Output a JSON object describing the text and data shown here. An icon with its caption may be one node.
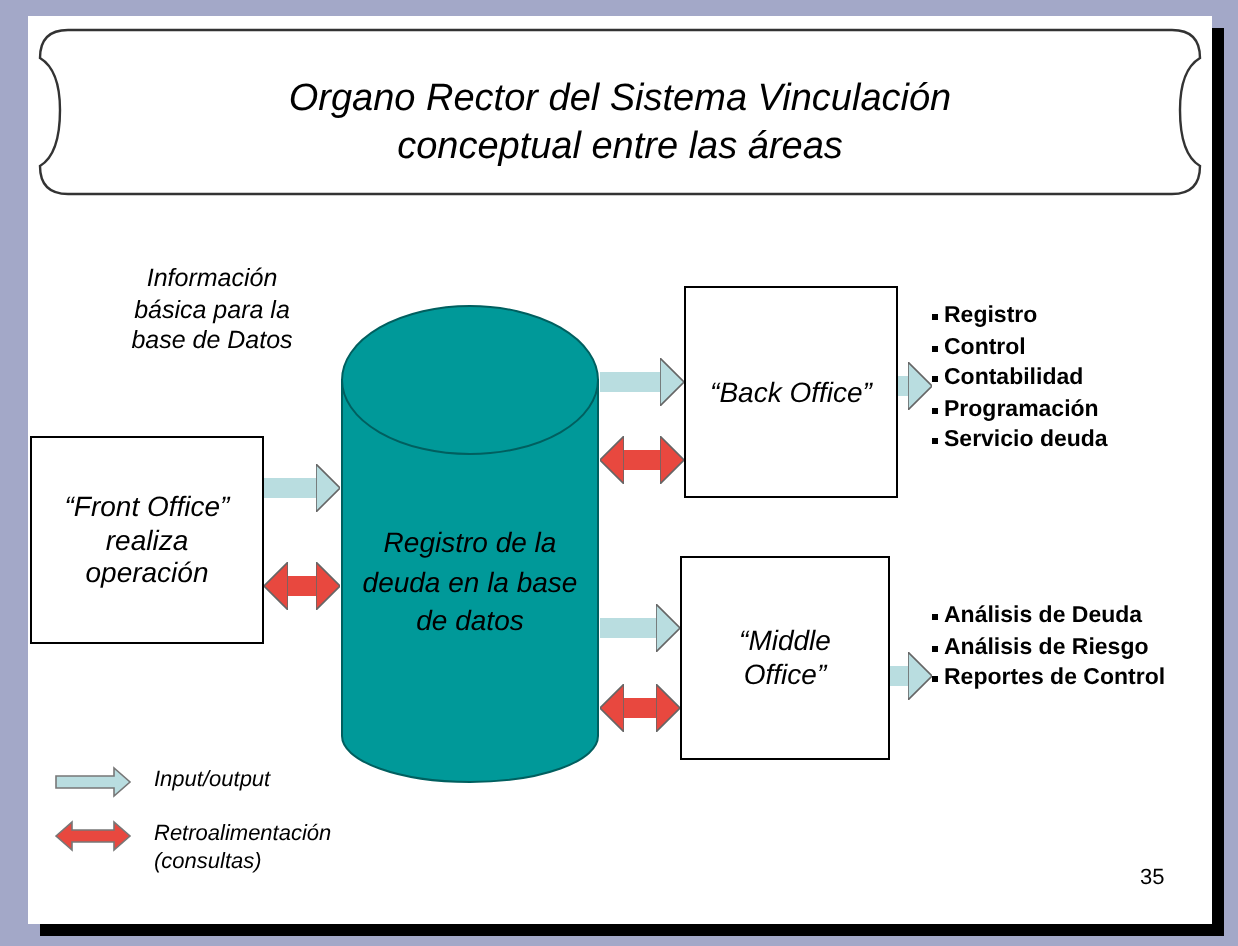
{
  "diagram": {
    "title": "Organo Rector del Sistema Vinculación conceptual entre las áreas",
    "nodes": [
      {
        "text": [
          "“Front Office” realiza operación"
        ]
      },
      {
        "text": [
          "Registro de la deuda en la base de datos"
        ]
      },
      {
        "text": [
          "“Back Office”"
        ]
      },
      {
        "text": [
          "“Middle Office”"
        ]
      },
      {
        "text": [
          "Registro",
          "Control",
          "Contabilidad",
          "Programación",
          "Servicio deuda"
        ]
      },
      {
        "text": [
          "Análisis de Deuda",
          "Análisis de Riesgo",
          "Reportes de Control"
        ]
      }
    ],
    "edges": [
      {
        "from": 0,
        "to": 1,
        "arrow": "to"
      },
      {
        "from": 0,
        "to": 1,
        "arrow": "both",
        "color": "#e8483f"
      },
      {
        "from": 1,
        "to": 2,
        "arrow": "to"
      },
      {
        "from": 1,
        "to": 2,
        "arrow": "both",
        "color": "#e8483f"
      },
      {
        "from": 1,
        "to": 3,
        "arrow": "to"
      },
      {
        "from": 1,
        "to": 3,
        "arrow": "both",
        "color": "#e8483f"
      },
      {
        "from": 2,
        "to": 4,
        "arrow": "to"
      },
      {
        "from": 3,
        "to": 5,
        "arrow": "to"
      }
    ],
    "labels": [
      "Información básica para la base de Datos",
      "35"
    ],
    "legend": [
      {
        "text": "Input/output"
      },
      {
        "text": "Retroalimentación (consultas)"
      }
    ]
  }
}
